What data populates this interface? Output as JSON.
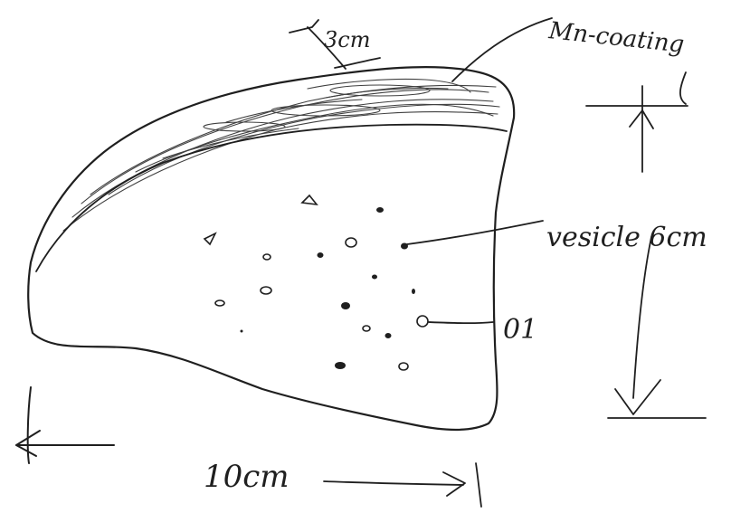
{
  "labels": {
    "coating_thickness": "3cm",
    "coating": "Mn-coating",
    "vesicle": "vesicle 6cm",
    "marker": "01",
    "width": "10cm"
  },
  "colors": {
    "ink": "#1f1f1f",
    "paper": "#ffffff"
  }
}
